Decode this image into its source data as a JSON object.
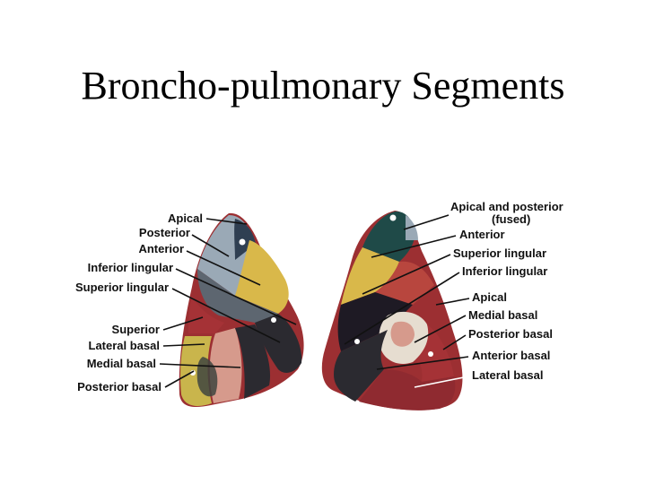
{
  "title": "Broncho-pulmonary Segments",
  "left_lung": {
    "labels": [
      "Apical",
      "Posterior",
      "Anterior",
      "Inferior lingular",
      "Superior lingular",
      "Superior",
      "Lateral basal",
      "Medial basal",
      "Posterior basal"
    ]
  },
  "right_lung": {
    "labels": [
      "Apical and posterior",
      "(fused)",
      "Anterior",
      "Superior lingular",
      "Inferior lingular",
      "Apical",
      "Medial basal",
      "Posterior basal",
      "Anterior basal",
      "Lateral basal"
    ]
  },
  "colors": {
    "apical": "#9aa9b6",
    "posterior": "#2f3f52",
    "anterior": "#d9b84a",
    "lingular_sup": "#b8463e",
    "lingular_inf": "#1e1a24",
    "superior": "#9c2f32",
    "basal_pink": "#d69a8c",
    "basal_yellow": "#c9b54c",
    "basal_dark": "#2b2a30",
    "apicoposterior": "#1f4a48",
    "medial_white": "#e6ddd0"
  }
}
